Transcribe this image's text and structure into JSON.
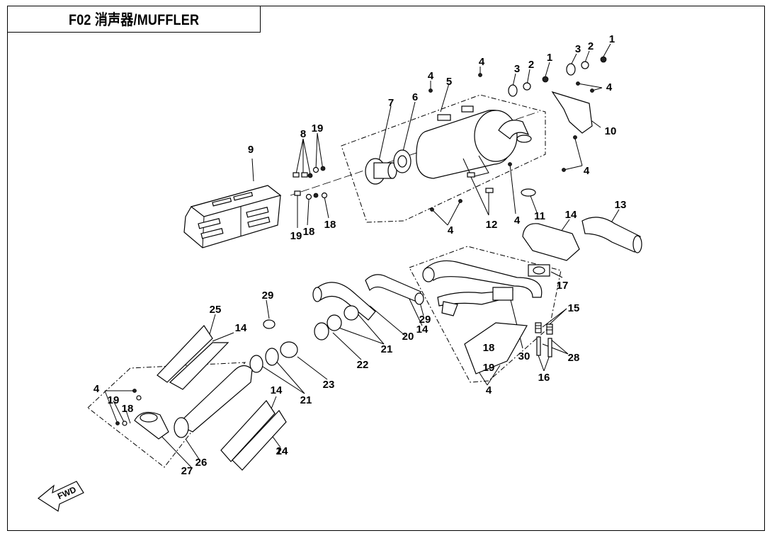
{
  "title": "F02 消声器/MUFFLER",
  "fwd_label": "FWD",
  "callouts": [
    "1",
    "1",
    "2",
    "2",
    "3",
    "3",
    "4",
    "4",
    "4",
    "4",
    "4",
    "4",
    "4",
    "4",
    "4",
    "5",
    "6",
    "7",
    "8",
    "9",
    "10",
    "11",
    "12",
    "13",
    "14",
    "14",
    "14",
    "14",
    "14",
    "15",
    "16",
    "17",
    "18",
    "18",
    "18",
    "18",
    "19",
    "19",
    "19",
    "19",
    "20",
    "21",
    "21",
    "22",
    "23",
    "24",
    "25",
    "26",
    "27",
    "28",
    "29",
    "29",
    "30"
  ]
}
